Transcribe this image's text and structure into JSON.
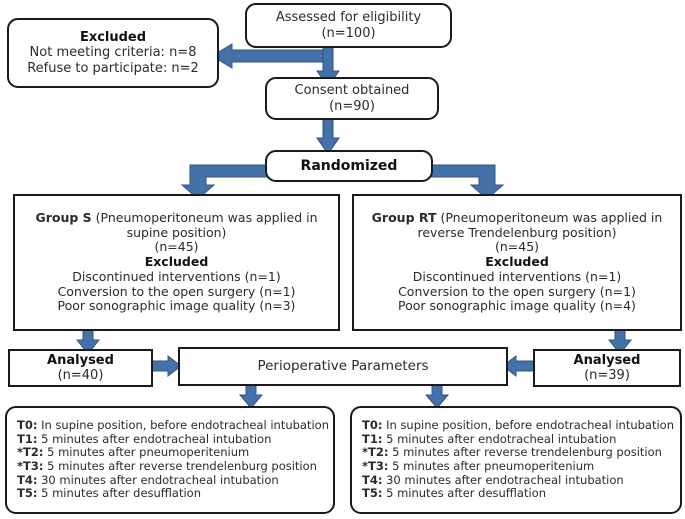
{
  "diagram": {
    "title": "CONSORT participant flow diagram",
    "accent_color": "#4472a8",
    "accent_stroke": "#2e5585",
    "box_border_color": "#1a1a1a",
    "text_color": "#2b2b2b"
  },
  "nodes": {
    "assessed": {
      "line1": "Assessed for eligibility",
      "line2": "(n=100)"
    },
    "excluded_top": {
      "heading": "Excluded",
      "line1": "Not meeting criteria: n=8",
      "line2": "Refuse to participate: n=2"
    },
    "consent": {
      "line1": "Consent obtained",
      "line2": "(n=90)"
    },
    "randomized": {
      "label": "Randomized"
    },
    "group_s": {
      "title_bold": "Group S",
      "title_rest": " (Pneumoperitoneum was applied in",
      "line2": "supine position)",
      "line3": "(n=45)",
      "excluded_heading": "Excluded",
      "ex1": "Discontinued interventions (n=1)",
      "ex2": "Conversion to the open surgery (n=1)",
      "ex3": "Poor sonographic image quality (n=3)"
    },
    "group_rt": {
      "title_bold": "Group RT",
      "title_rest": " (Pneumoperitoneum was applied in",
      "line2": "reverse Trendelenburg position)",
      "line3": "(n=45)",
      "excluded_heading": "Excluded",
      "ex1": "Discontinued interventions (n=1)",
      "ex2": "Conversion to the open surgery (n=1)",
      "ex3": "Poor sonographic image quality (n=4)"
    },
    "analysed_left": {
      "line1": "Analysed",
      "line2": "(n=40)"
    },
    "analysed_right": {
      "line1": "Analysed",
      "line2": "(n=39)"
    },
    "perioperative": {
      "label": "Perioperative Parameters"
    },
    "timepoints_left": {
      "rows": [
        {
          "tag": "T0:",
          "text": " In supine position, before endotracheal intubation"
        },
        {
          "tag": "T1:",
          "text": " 5 minutes after endotracheal intubation"
        },
        {
          "tag": "*T2:",
          "text": " 5 minutes after pneumoperitenium"
        },
        {
          "tag": "*T3:",
          "text": " 5 minutes after  reverse trendelenburg position"
        },
        {
          "tag": "T4:",
          "text": " 30 minutes after endotracheal intubation"
        },
        {
          "tag": "T5:",
          "text": " 5 minutes after desufflation"
        }
      ]
    },
    "timepoints_right": {
      "rows": [
        {
          "tag": "T0:",
          "text": " In supine position, before endotracheal intubation"
        },
        {
          "tag": "T1:",
          "text": " 5 minutes after endotracheal intubation"
        },
        {
          "tag": "*T2:",
          "text": " 5 minutes after  reverse trendelenburg position"
        },
        {
          "tag": "*T3:",
          "text": " 5 minutes after pneumoperitenium"
        },
        {
          "tag": "T4:",
          "text": " 30 minutes after endotracheal intubation"
        },
        {
          "tag": "T5:",
          "text": " 5 minutes after desufflation"
        }
      ]
    }
  },
  "connectors": [
    {
      "name": "assessed-to-excluded",
      "direction": "left"
    },
    {
      "name": "assessed-to-consent",
      "direction": "down"
    },
    {
      "name": "consent-to-randomized",
      "direction": "down"
    },
    {
      "name": "randomized-to-group-s",
      "direction": "elbow-left-down"
    },
    {
      "name": "randomized-to-group-rt",
      "direction": "elbow-right-down"
    },
    {
      "name": "group-s-to-analysed-left",
      "direction": "down"
    },
    {
      "name": "analysed-left-to-perioperative",
      "direction": "right"
    },
    {
      "name": "group-rt-to-analysed-right",
      "direction": "down"
    },
    {
      "name": "analysed-right-to-perioperative",
      "direction": "left"
    },
    {
      "name": "perioperative-to-timepoints-left",
      "direction": "down"
    },
    {
      "name": "perioperative-to-timepoints-right",
      "direction": "down"
    }
  ]
}
